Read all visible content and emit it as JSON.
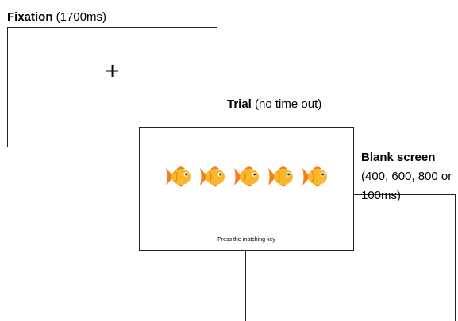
{
  "stages": {
    "fixation": {
      "title": "Fixation",
      "detail": " (1700ms)",
      "symbol": "+"
    },
    "trial": {
      "title": "Trial",
      "detail": " (no time out)",
      "prompt": "Press the matching key",
      "stimulus_icons": [
        "fish-icon",
        "fish-icon",
        "fish-icon",
        "fish-icon",
        "fish-icon"
      ]
    },
    "blank": {
      "title": "Blank screen",
      "detail": " (400, 600, 800 or 100ms)"
    }
  },
  "colors": {
    "fish_body": "#f9b72b",
    "fish_fin": "#f47f1f",
    "fish_eye": "#3a2a1a",
    "stroke": "#222222"
  }
}
